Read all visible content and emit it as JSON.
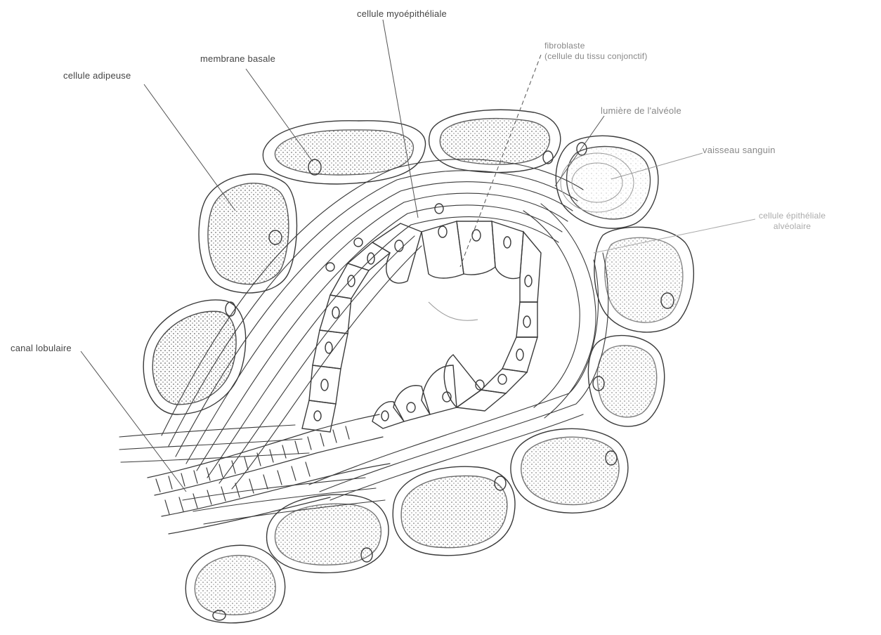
{
  "labels": {
    "cellule_myoepitheliale": "cellule myoépithéliale",
    "membrane_basale": "membrane basale",
    "cellule_adipeuse": "cellule adipeuse",
    "fibroblaste_line1": "fibroblaste",
    "fibroblaste_line2": "(cellule du tissu conjonctif)",
    "lumiere_alveole": "lumière de l'alvéole",
    "vaisseau_sanguin": "vaisseau sanguin",
    "cellule_epitheliale_line1": "cellule épithéliale",
    "cellule_epitheliale_line2": "alvéolaire",
    "canal_lobulaire": "canal lobulaire"
  },
  "colors": {
    "ink": "#3a3a3a",
    "faint_ink": "#9a9a9a",
    "background": "#ffffff"
  }
}
